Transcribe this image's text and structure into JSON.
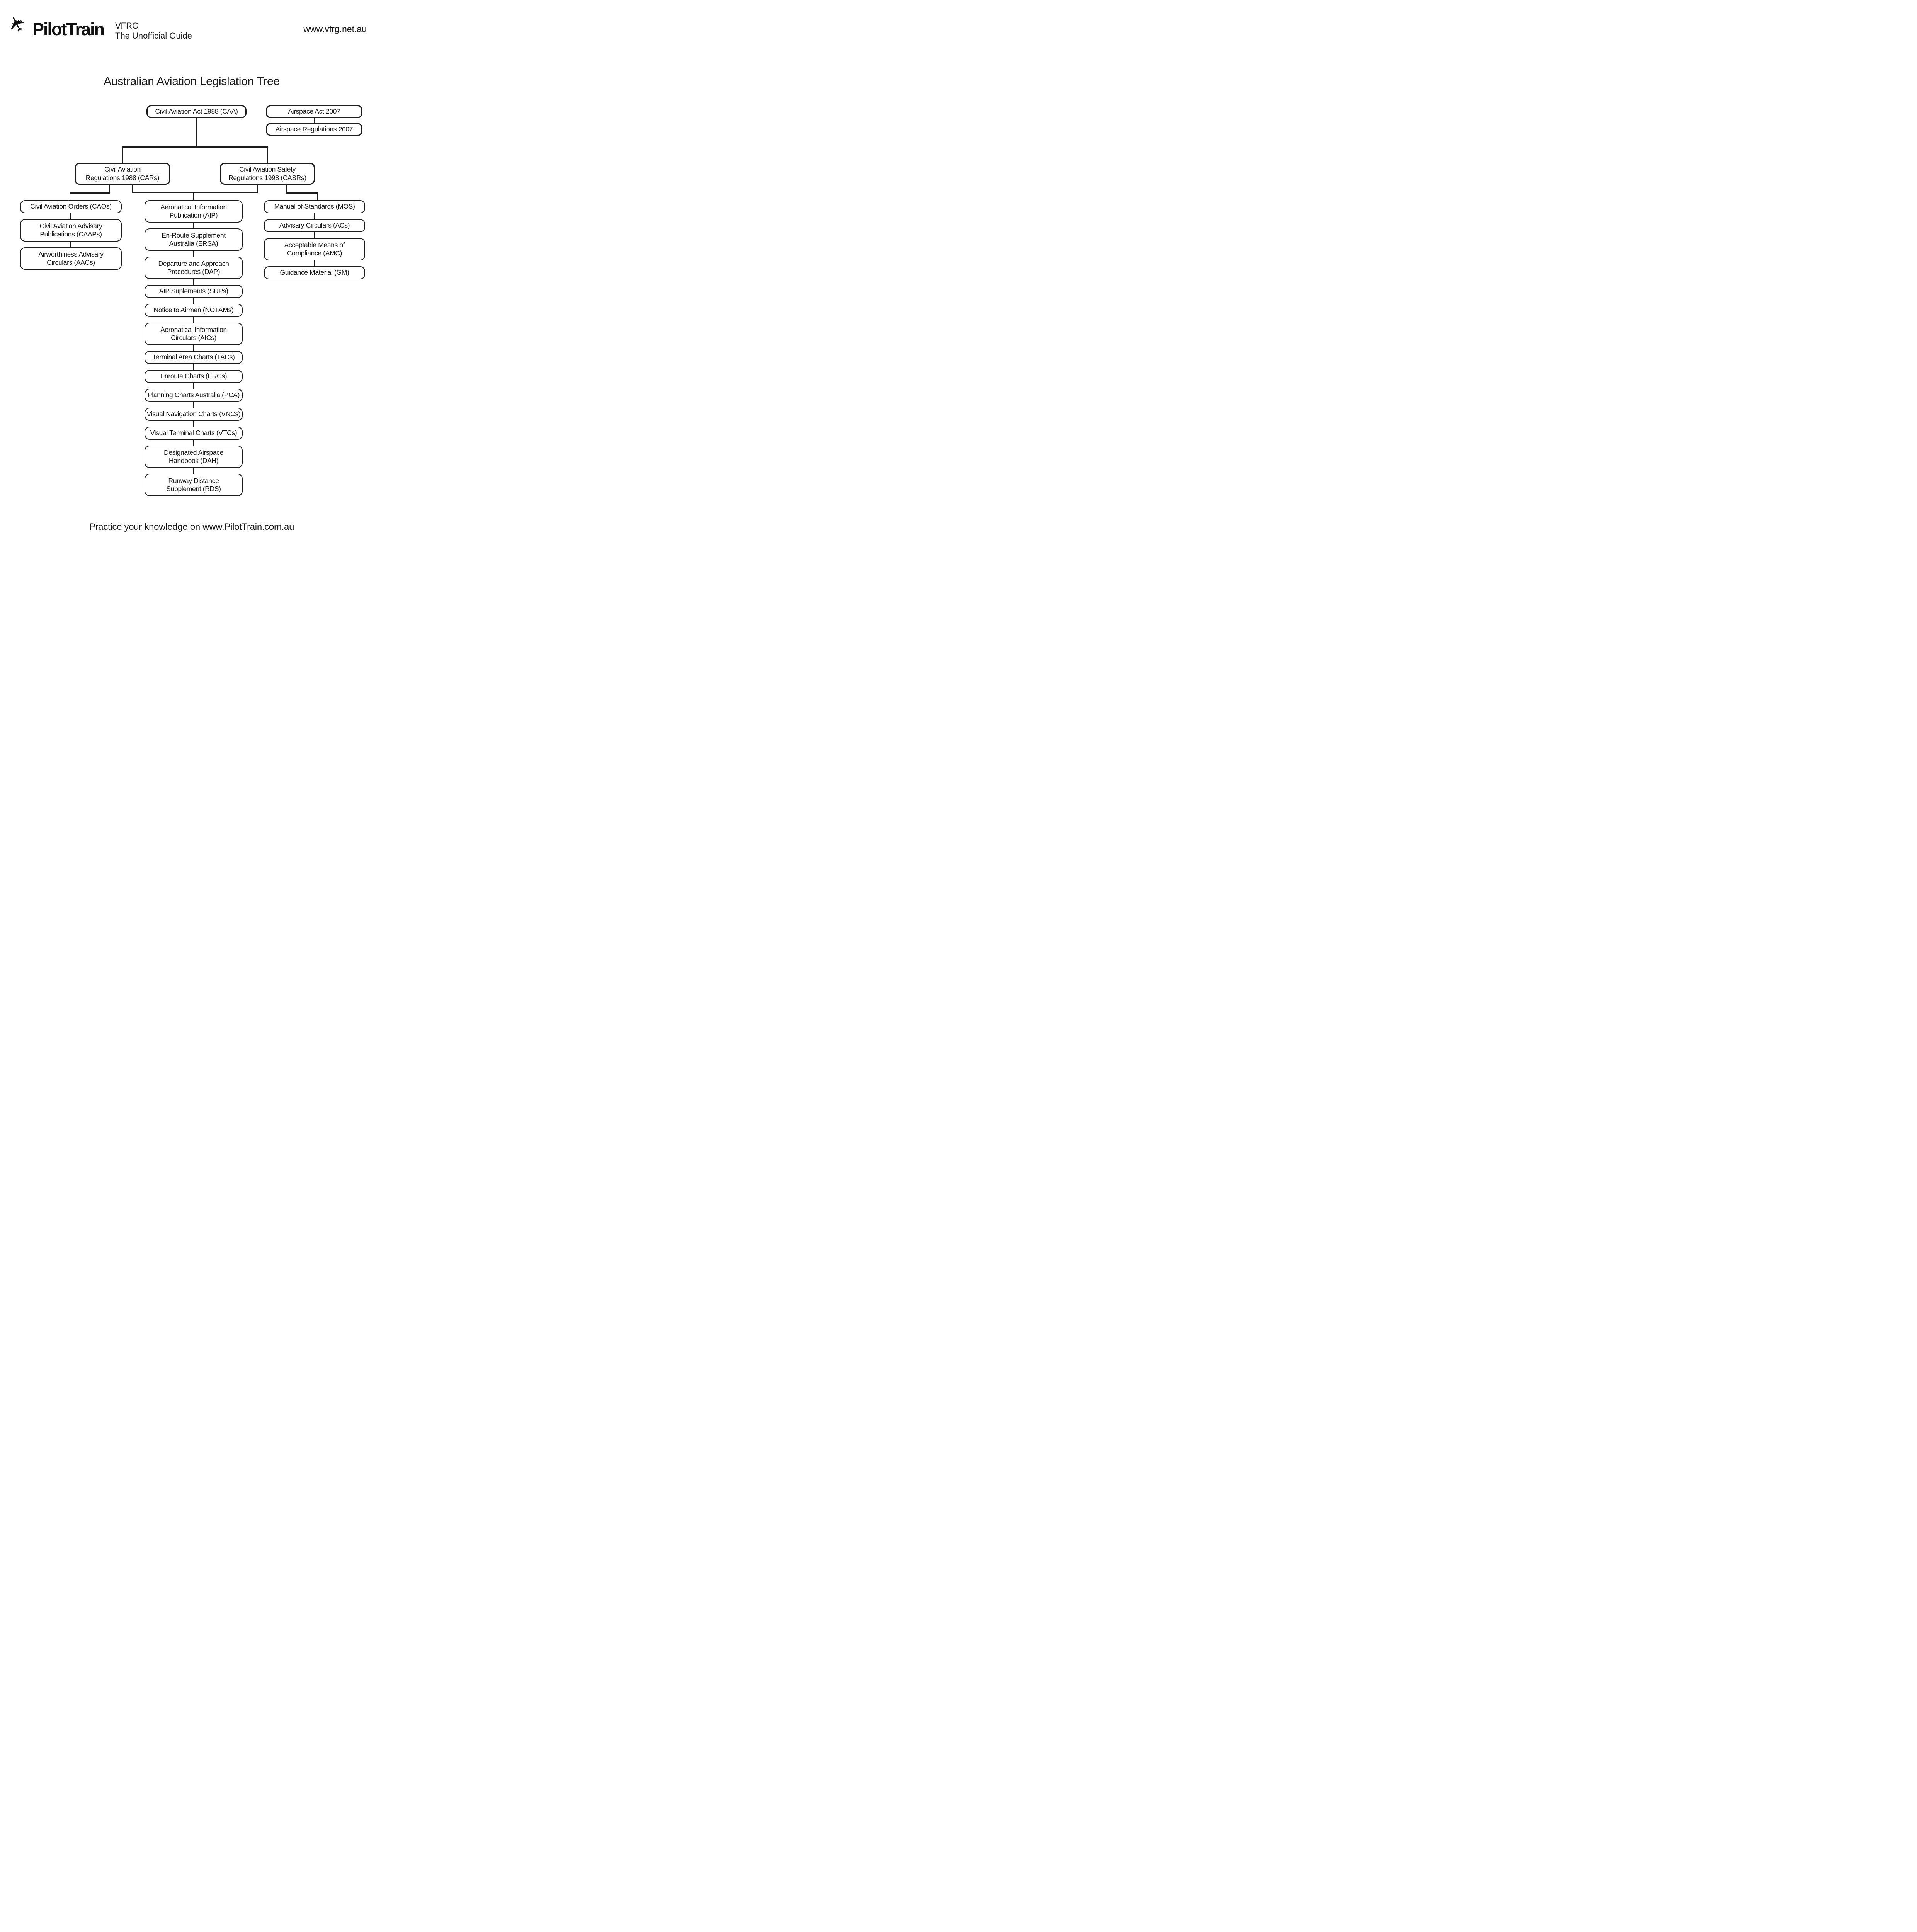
{
  "header": {
    "brand": "PilotTrain",
    "product": "VFRG",
    "subtitle": "The Unofficial Guide",
    "url": "www.vfrg.net.au"
  },
  "icons": {
    "logo_plane": "airplane-icon",
    "plane_glyph": "✈"
  },
  "title": "Australian Aviation Legislation Tree",
  "footer": "Practice your knowledge on www.PilotTrain.com.au",
  "colors": {
    "ink": "#1c1c1c",
    "background": "#ffffff"
  },
  "tree": {
    "nodes": {
      "caa": {
        "l1": "Civil Aviation Act 1988 (CAA)"
      },
      "act": {
        "l1": "Airspace Act 2007"
      },
      "regs": {
        "l1": "Airspace Regulations 2007"
      },
      "cars": {
        "l1": "Civil Aviation",
        "l2": "Regulations 1988 (CARs)"
      },
      "casrs": {
        "l1": "Civil Aviation Safety",
        "l2": "Regulations 1998 (CASRs)"
      },
      "caos": {
        "l1": "Civil Aviation Orders (CAOs)"
      },
      "caaps": {
        "l1": "Civil Aviation Advisary",
        "l2": "Publications (CAAPs)"
      },
      "aacs": {
        "l1": "Airworthiness Advisary",
        "l2": "Circulars (AACs)"
      },
      "mos": {
        "l1": "Manual of Standards (MOS)"
      },
      "acs": {
        "l1": "Advisary Circulars (ACs)"
      },
      "amc": {
        "l1": "Acceptable Means of",
        "l2": "Compliance (AMC)"
      },
      "gm": {
        "l1": "Guidance Material (GM)"
      },
      "aip": {
        "l1": "Aeronatical Information",
        "l2": "Publication (AIP)"
      },
      "ersa": {
        "l1": "En-Route Supplement",
        "l2": "Australia (ERSA)"
      },
      "dap": {
        "l1": "Departure and Approach",
        "l2": "Procedures (DAP)"
      },
      "sups": {
        "l1": "AIP Suplements (SUPs)"
      },
      "notams": {
        "l1": "Notice to Airmen (NOTAMs)"
      },
      "aics": {
        "l1": "Aeronatical Information",
        "l2": "Circulars (AICs)"
      },
      "tacs": {
        "l1": "Terminal Area Charts (TACs)"
      },
      "ercs": {
        "l1": "Enroute Charts (ERCs)"
      },
      "pca": {
        "l1": "Planning Charts Australia (PCA)"
      },
      "vncs": {
        "l1": "Visual Navigation Charts (VNCs)"
      },
      "vtcs": {
        "l1": "Visual Terminal Charts (VTCs)"
      },
      "dah": {
        "l1": "Designated Airspace",
        "l2": "Handbook (DAH)"
      },
      "rds": {
        "l1": "Runway Distance",
        "l2": "Supplement (RDS)"
      }
    }
  }
}
